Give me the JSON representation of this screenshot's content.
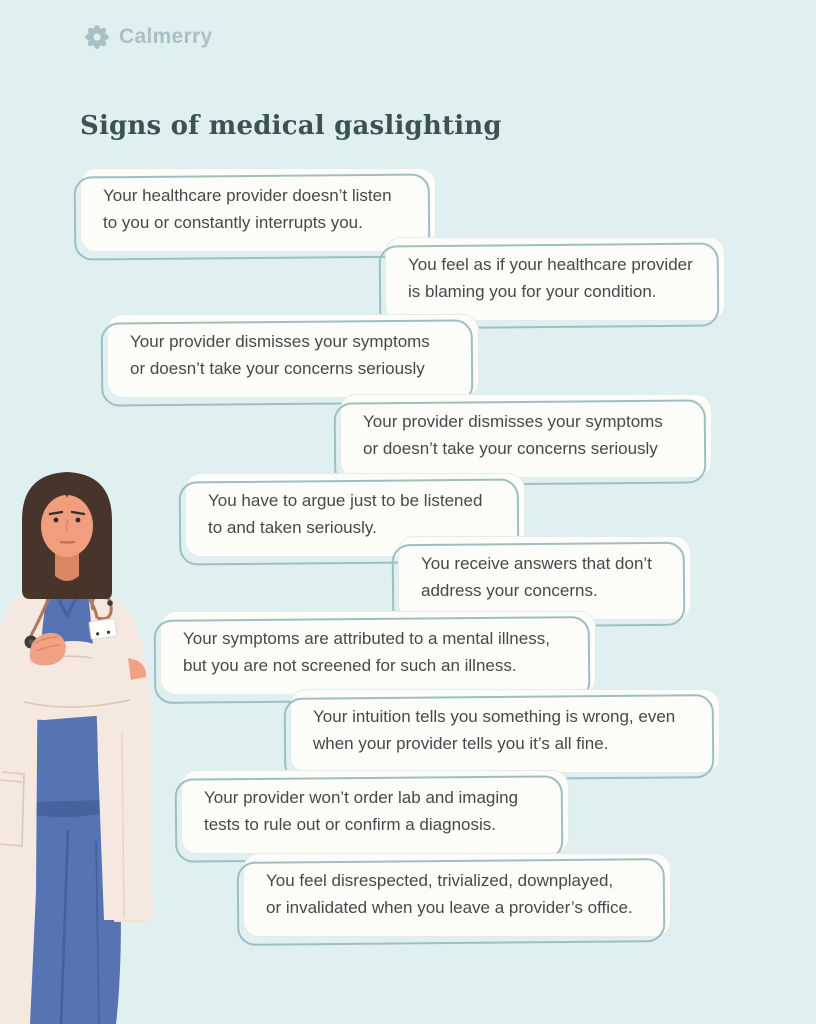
{
  "brand": {
    "name": "Calmerry",
    "logo_icon": "flower-gear-icon",
    "logo_color": "#a9c0c7"
  },
  "title": {
    "text": "Signs of medical gaslighting",
    "color": "#3a5351"
  },
  "bubbles": [
    "Your healthcare provider doesn’t listen\nto you or constantly interrupts you.",
    "You feel as if your healthcare provider\nis blaming you for your condition.",
    "Your provider dismisses your symptoms\nor doesn’t take your concerns seriously",
    "Your provider dismisses your symptoms\nor doesn’t take your concerns seriously",
    "You have to argue just to be listened\nto and taken seriously.",
    "You receive answers that don’t\naddress your concerns.",
    "Your symptoms are attributed to a mental illness,\nbut you are not screened for such an illness.",
    "Your intuition tells you something is wrong, even\nwhen your provider tells you it’s all fine.",
    "Your provider won’t order lab and imaging\ntests to rule out or confirm a diagnosis.",
    "You feel disrespected, trivialized, downplayed,\nor invalidated when you leave a provider’s office."
  ],
  "illustration": {
    "subject": "female-doctor-arms-crossed",
    "palette": {
      "hair": "#47352b",
      "skin": "#f09e7e",
      "scrubs": "#5673b4",
      "coat": "#f4e8e0",
      "stethoscope": "#b4755a"
    }
  },
  "colors": {
    "background": "#e0f0f1",
    "bubble_fill": "#fcfdf9",
    "bubble_outline": "#9dbfc0",
    "bubble_text": "#44494b"
  }
}
